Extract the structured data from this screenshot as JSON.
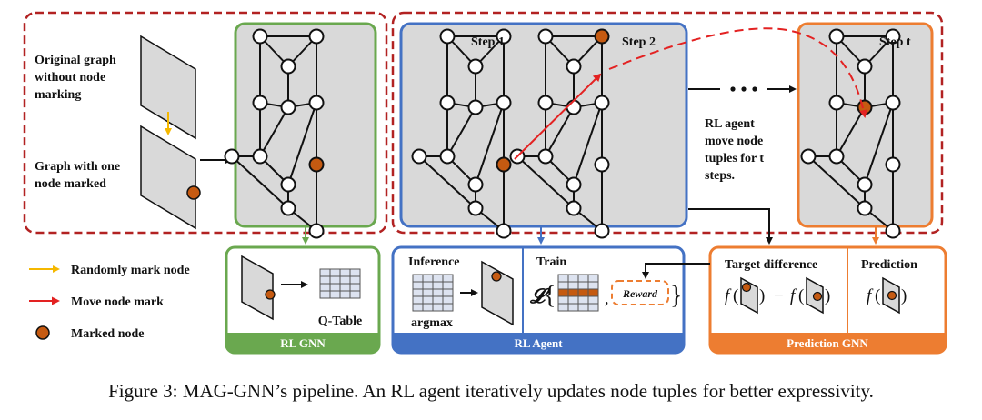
{
  "left_box": {
    "original_line1": "Original graph",
    "original_line2": "without node",
    "original_line3": "marking",
    "marked_line1": "Graph with one",
    "marked_line2": "node marked"
  },
  "steps": {
    "step1": "Step 1",
    "step2": "Step 2",
    "stept": "Step t"
  },
  "rl_note": {
    "line1": "RL agent",
    "line2": "move node",
    "line3": "tuples for t",
    "line4": "steps."
  },
  "legend": {
    "random": "Randomly mark node",
    "move": "Move node mark",
    "marked": "Marked node"
  },
  "rl_gnn": {
    "qtable": "Q-Table",
    "header": "RL GNN"
  },
  "rl_agent": {
    "inference": "Inference",
    "argmax": "argmax",
    "train": "Train",
    "loss": "𝓛",
    "reward": "Reward",
    "header": "RL Agent"
  },
  "pred_gnn": {
    "target": "Target difference",
    "prediction": "Prediction",
    "f": "f",
    "minus": "−",
    "header": "Prediction GNN"
  },
  "caption": "Figure 3: MAG-GNN’s pipeline. An RL agent iteratively updates node tuples for better expressivity.",
  "colors": {
    "red_dashed": "#b22222",
    "green": "#6aa84f",
    "blue": "#4472c4",
    "orange": "#ed7d31",
    "marked_node": "#c55a11",
    "gray_fill": "#d9d9d9",
    "yellow_arrow": "#f5b800",
    "red_arrow": "#e32222"
  }
}
